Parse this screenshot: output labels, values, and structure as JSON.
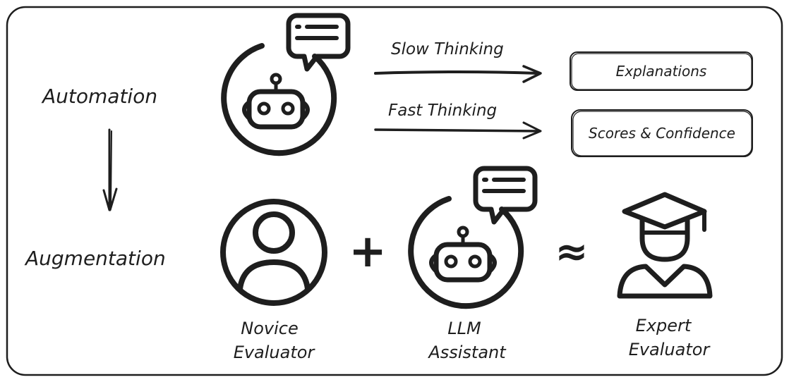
{
  "rows": {
    "automation_label": "Automation",
    "augmentation_label": "Augmentation"
  },
  "automation": {
    "slow_label": "Slow Thinking",
    "fast_label": "Fast Thinking",
    "slow_output": "Explanations",
    "fast_output": "Scores & Confidence"
  },
  "augmentation": {
    "plus_symbol": "+",
    "approx_symbol": "≈",
    "novice_line1": "Novice",
    "novice_line2": "Evaluator",
    "llm_line1": "LLM",
    "llm_line2": "Assistant",
    "expert_line1": "Expert",
    "expert_line2": "Evaluator"
  },
  "icons": {
    "robot": "robot-chat-icon",
    "user": "user-icon",
    "expert": "graduate-icon"
  },
  "colors": {
    "ink": "#1e1e1e",
    "background": "#ffffff"
  }
}
